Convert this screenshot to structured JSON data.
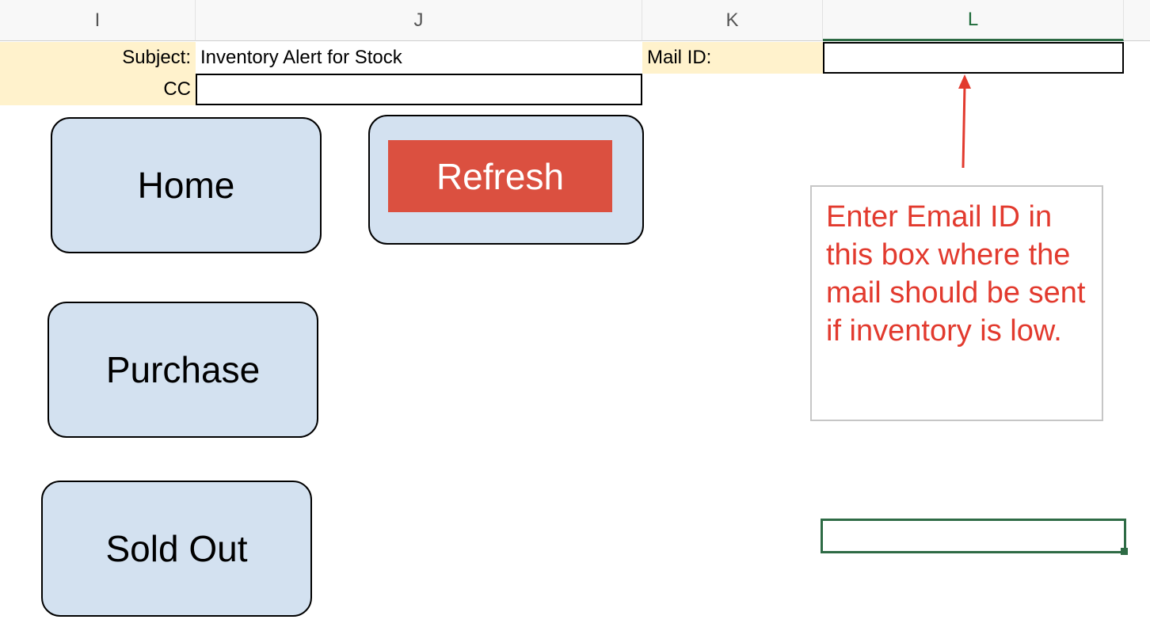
{
  "columns": [
    "I",
    "J",
    "K",
    "L"
  ],
  "selected_column": "L",
  "cells": {
    "subject_label": "Subject:",
    "subject_value": "Inventory Alert for Stock",
    "mail_id_label": "Mail ID:",
    "mail_id_value": "",
    "cc_label": "CC",
    "cc_value": ""
  },
  "buttons": {
    "home": "Home",
    "refresh": "Refresh",
    "purchase": "Purchase",
    "sold_out": "Sold Out"
  },
  "note": {
    "text": "Enter Email ID in this box where the mail should be sent if inventory is low."
  },
  "colors": {
    "label_fill": "#fff2cc",
    "button_fill": "#d3e1f0",
    "refresh_fill": "#db5040",
    "note_text": "#e23a2e",
    "selection": "#2e6b45"
  }
}
